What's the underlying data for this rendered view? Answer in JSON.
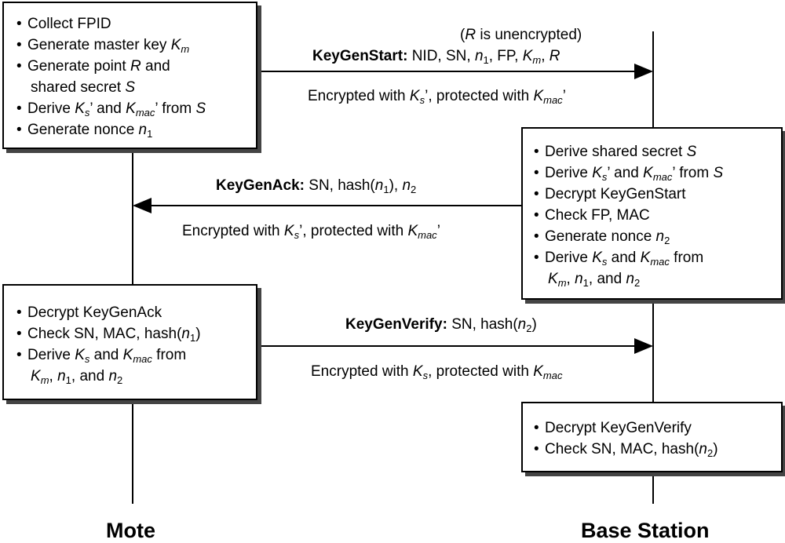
{
  "participants": {
    "left": "Mote",
    "right": "Base Station"
  },
  "boxes": {
    "mote_1": [
      "Collect FPID",
      "Generate master key K_m",
      "Generate point R and",
      "shared secret S",
      "Derive K_s’ and K_mac’ from S",
      "Generate nonce n_1"
    ],
    "base_1": [
      "Derive shared secret S",
      "Derive K_s’ and K_mac’ from S",
      "Decrypt KeyGenStart",
      "Check FP, MAC",
      "Generate nonce n_2",
      "Derive K_s and K_mac from",
      "K_m, n_1, and n_2"
    ],
    "mote_2": [
      "Decrypt KeyGenAck",
      "Check SN, MAC, hash(n_1)",
      "Derive K_s and K_mac from",
      "K_m, n_1, and n_2"
    ],
    "base_2": [
      "Decrypt KeyGenVerify",
      "Check SN, MAC, hash(n_2)"
    ]
  },
  "messages": {
    "start": {
      "note": "(R is unencrypted)",
      "name": "KeyGenStart:",
      "fields": "NID, SN, n_1, FP, K_m, R",
      "protection": "Encrypted with K_s’, protected with K_mac’"
    },
    "ack": {
      "name": "KeyGenAck:",
      "fields": "SN, hash(n_1), n_2",
      "protection": "Encrypted with K_s’, protected with K_mac’"
    },
    "verify": {
      "name": "KeyGenVerify:",
      "fields": "SN, hash(n_2)",
      "protection": "Encrypted with K_s, protected with K_mac"
    }
  }
}
